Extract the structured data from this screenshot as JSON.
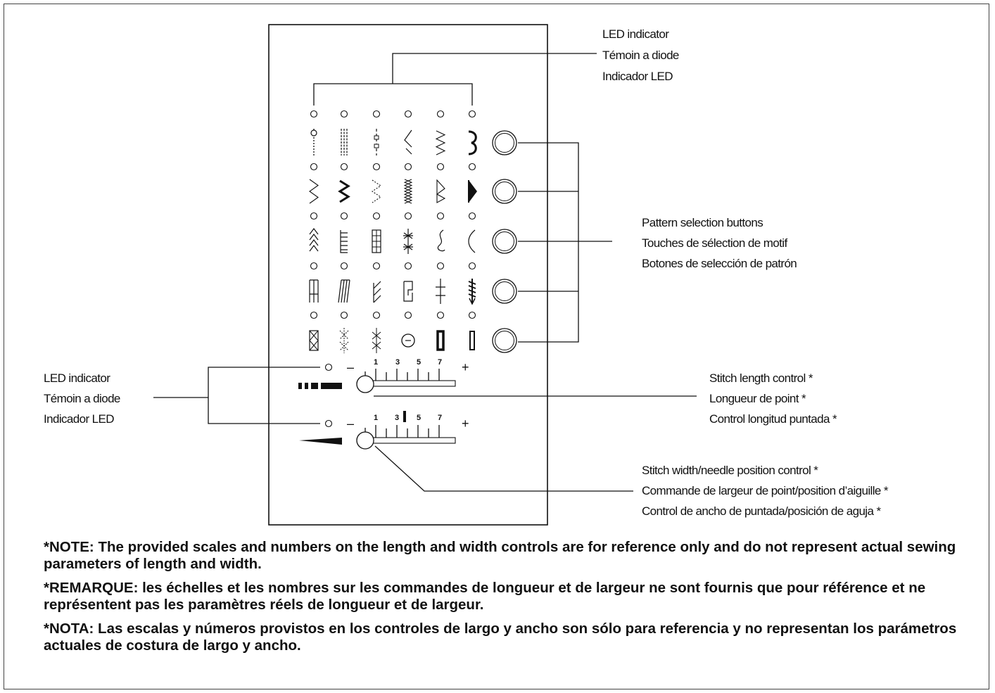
{
  "labels": {
    "led_top": [
      "LED indicator",
      "Témoin a diode",
      "Indicador LED"
    ],
    "pattern_buttons": [
      "Pattern selection buttons",
      "Touches de sélection de motif",
      "Botones de selección de patrón"
    ],
    "led_left": [
      "LED indicator",
      "Témoin a diode",
      "Indicador LED"
    ],
    "stitch_length": [
      "Stitch length control *",
      "Longueur de point *",
      "Control longitud puntada *"
    ],
    "stitch_width": [
      "Stitch width/needle position control *",
      "Commande de largeur de point/position d’aiguille *",
      "Control de ancho de puntada/posición de aguja *"
    ]
  },
  "length_scale": {
    "minus": "–",
    "plus": "+",
    "ticks": [
      "1",
      "3",
      "5",
      "7"
    ]
  },
  "width_scale": {
    "minus": "–",
    "plus": "+",
    "ticks": [
      "1",
      "3",
      "5",
      "7"
    ]
  },
  "notes": [
    "*NOTE: The provided scales and numbers on the length and width controls are for reference only and do not represent actual sewing parameters of length and width.",
    "*REMARQUE: les échelles et les nombres sur les commandes de longueur et de largeur ne sont fournis que pour référence et ne représentent pas les paramètres réels de longueur et de largeur.",
    "*NOTA: Las escalas y números provistos en los controles de largo y ancho son sólo para referencia y no representan los parámetros actuales de costura de largo y ancho."
  ]
}
